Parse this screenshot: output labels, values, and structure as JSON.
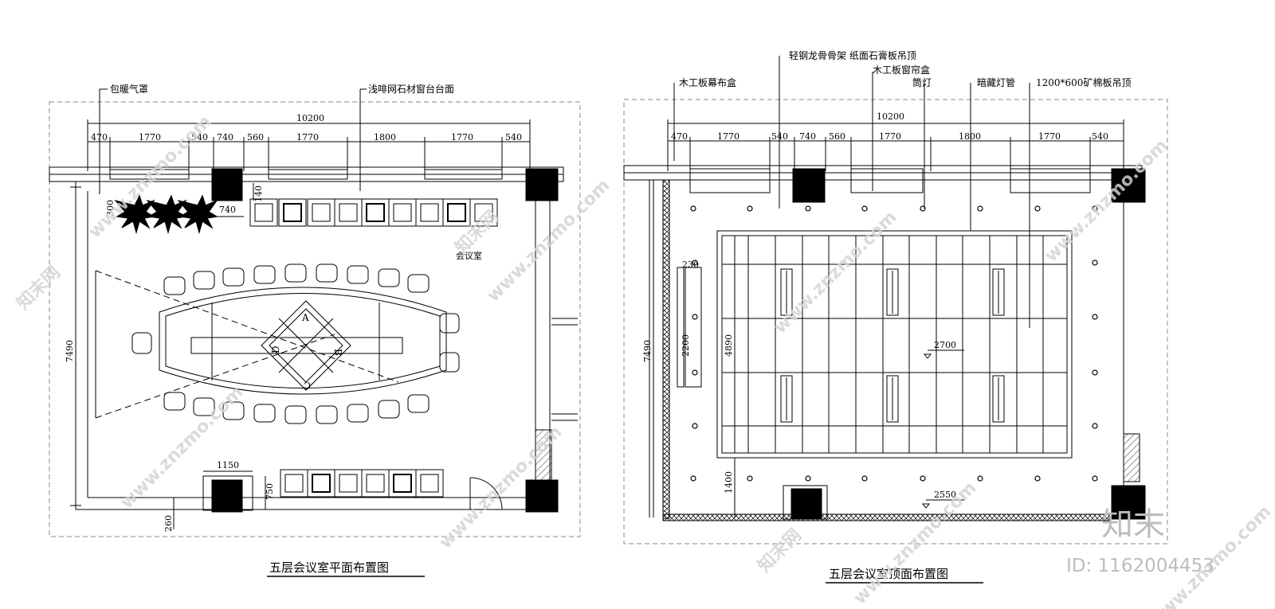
{
  "plan": {
    "title": "五层会议室平面布置图",
    "room_label": "会议室",
    "callouts": {
      "radiator": "包暖气罩",
      "sill": "浅啡网石材窗台台面"
    },
    "dims": {
      "total": "10200",
      "d1": "470",
      "d2": "1770",
      "d3": "540",
      "d4": "740",
      "d5": "560",
      "d6": "1770",
      "d7": "1800",
      "d8": "1770",
      "d9": "540",
      "height": "7490",
      "side_300": "300",
      "seat_740": "740",
      "seat_140": "140",
      "cab_1150": "1150",
      "cab_750": "750",
      "bottom_260": "260"
    },
    "table_marks": [
      "A",
      "B",
      "C",
      "D"
    ]
  },
  "ceiling": {
    "title": "五层会议室顶面布置图",
    "callouts": {
      "curtain_box": "木工板幕布盒",
      "frame": "轻钢龙骨骨架  纸面石膏板吊顶",
      "window_box": "木工板窗帘盒",
      "downlight": "筒灯",
      "hidden_light": "暗藏灯管",
      "mineral": "1200*600矿棉板吊顶"
    },
    "dims": {
      "total": "10200",
      "d1": "470",
      "d2": "1770",
      "d3": "540",
      "d4": "740",
      "d5": "560",
      "d6": "1770",
      "d7": "1800",
      "d8": "1770",
      "d9": "540",
      "height": "7490",
      "d_230": "230",
      "d_2200": "2200",
      "d_4890": "4890",
      "d_1400": "1400"
    },
    "levels": {
      "upper": "2700",
      "lower": "2550"
    }
  },
  "watermark": {
    "site": "www.znzmo.com",
    "brand": "知末",
    "site_cn": "知末网",
    "image_id": "ID: 1162004453"
  }
}
